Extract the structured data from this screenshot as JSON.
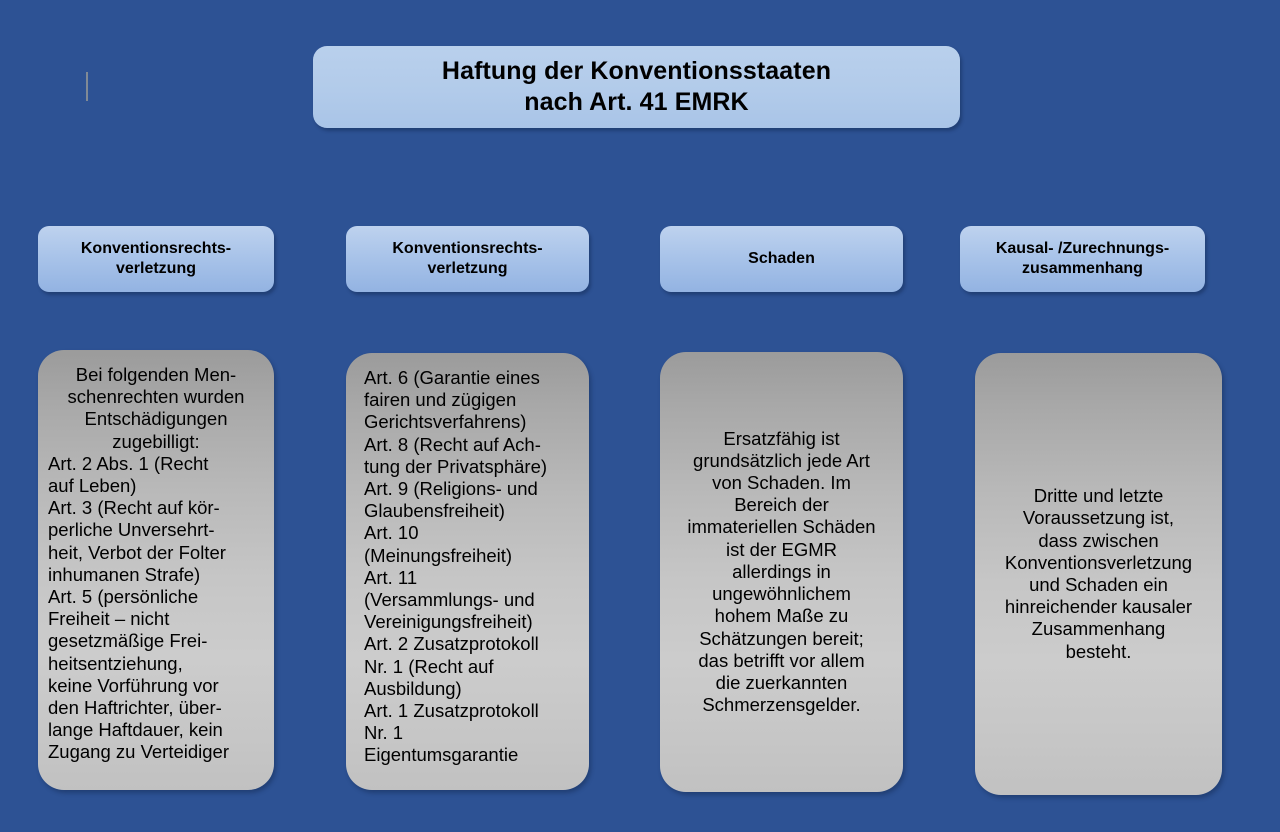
{
  "slide": {
    "background_color": "#2d5294",
    "title": {
      "text": "Haftung der Konventionsstaaten\nnach Art. 41 EMRK"
    },
    "headers": [
      {
        "label": "Konventionsrechts-\nverletzung"
      },
      {
        "label": "Konventionsrechts-\nverletzung"
      },
      {
        "label": "Schaden"
      },
      {
        "label": "Kausal- /Zurechnungs-\nzusammenhang"
      }
    ],
    "cards": [
      {
        "lead": "Bei folgenden Men-\nschenrechten wurden\nEntschädigungen\nzugebilligt:",
        "body": "Art. 2 Abs. 1 (Recht\nauf Leben)\nArt. 3 (Recht auf kör-\nperliche Unversehrt-\nheit, Verbot der Folter\ninhumanen Strafe)\nArt. 5 (persönliche\nFreiheit – nicht\ngesetzmäßige Frei-\nheitsentziehung,\nkeine Vorführung vor\nden Haftrichter, über-\nlange Haftdauer, kein\nZugang zu Verteidiger"
      },
      {
        "body": "Art. 6 (Garantie eines\nfairen und zügigen\nGerichtsverfahrens)\nArt. 8 (Recht auf Ach-\ntung der Privatsphäre)\nArt. 9 (Religions- und\nGlaubensfreiheit)\nArt. 10\n(Meinungsfreiheit)\nArt. 11\n(Versammlungs- und\nVereinigungsfreiheit)\nArt. 2 Zusatzprotokoll\nNr. 1 (Recht auf\nAusbildung)\nArt. 1 Zusatzprotokoll\nNr. 1\nEigentumsgarantie"
      },
      {
        "body": "Ersatzfähig ist\ngrundsätzlich jede Art\nvon Schaden. Im\nBereich der\nimmateriellen Schäden\nist der EGMR\nallerdings in\nungewöhnlichem\nhohem Maße zu\nSchätzungen bereit;\ndas betrifft vor allem\ndie zuerkannten\nSchmerzensgelder."
      },
      {
        "body": "Dritte und letzte\nVoraussetzung ist,\ndass zwischen\nKonventionsverletzung\nund Schaden ein\nhinreichender kausaler\nZusammenhang\nbesteht."
      }
    ]
  }
}
